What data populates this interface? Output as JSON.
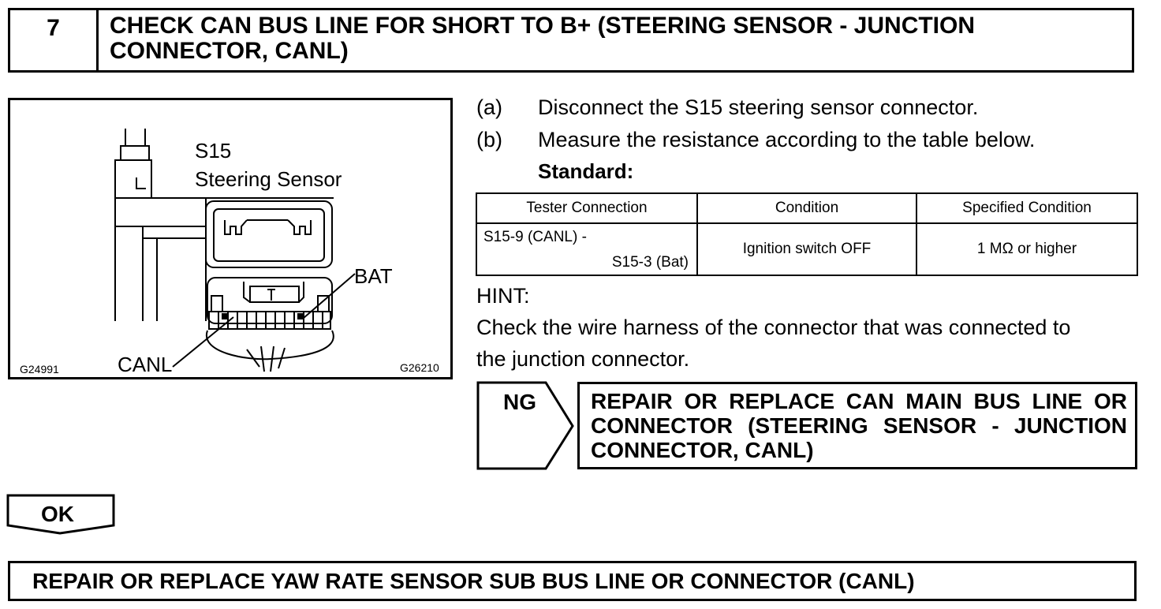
{
  "step": {
    "number": "7",
    "title": "CHECK CAN BUS LINE FOR SHORT TO B+ (STEERING SENSOR - JUNCTION CONNECTOR, CANL)"
  },
  "figure": {
    "connector_id": "S15",
    "connector_name": "Steering Sensor",
    "label_bat": "BAT",
    "label_canl": "CANL",
    "code_left": "G24991",
    "code_right": "G26210"
  },
  "steps": [
    {
      "letter": "(a)",
      "text": "Disconnect the S15 steering sensor connector."
    },
    {
      "letter": "(b)",
      "text": "Measure the resistance according to the table below."
    }
  ],
  "standard_label": "Standard:",
  "table": {
    "headers": [
      "Tester Connection",
      "Condition",
      "Specified Condition"
    ],
    "row": {
      "tester_line1": "S15-9 (CANL) -",
      "tester_line2": "S15-3 (Bat)",
      "condition": "Ignition switch OFF",
      "specified": "1 MΩ or higher"
    }
  },
  "hint": {
    "label": "HINT:",
    "line1": "Check the wire harness of the connector that was connected to",
    "line2": "the junction connector."
  },
  "ng": {
    "label": "NG",
    "action": "REPAIR OR REPLACE CAN MAIN BUS LINE OR CONNECTOR (STEERING SENSOR - JUNCTION CONNECTOR, CANL)"
  },
  "ok": {
    "label": "OK"
  },
  "final_action": "REPAIR OR REPLACE YAW RATE SENSOR SUB BUS LINE OR CONNECTOR (CANL)"
}
